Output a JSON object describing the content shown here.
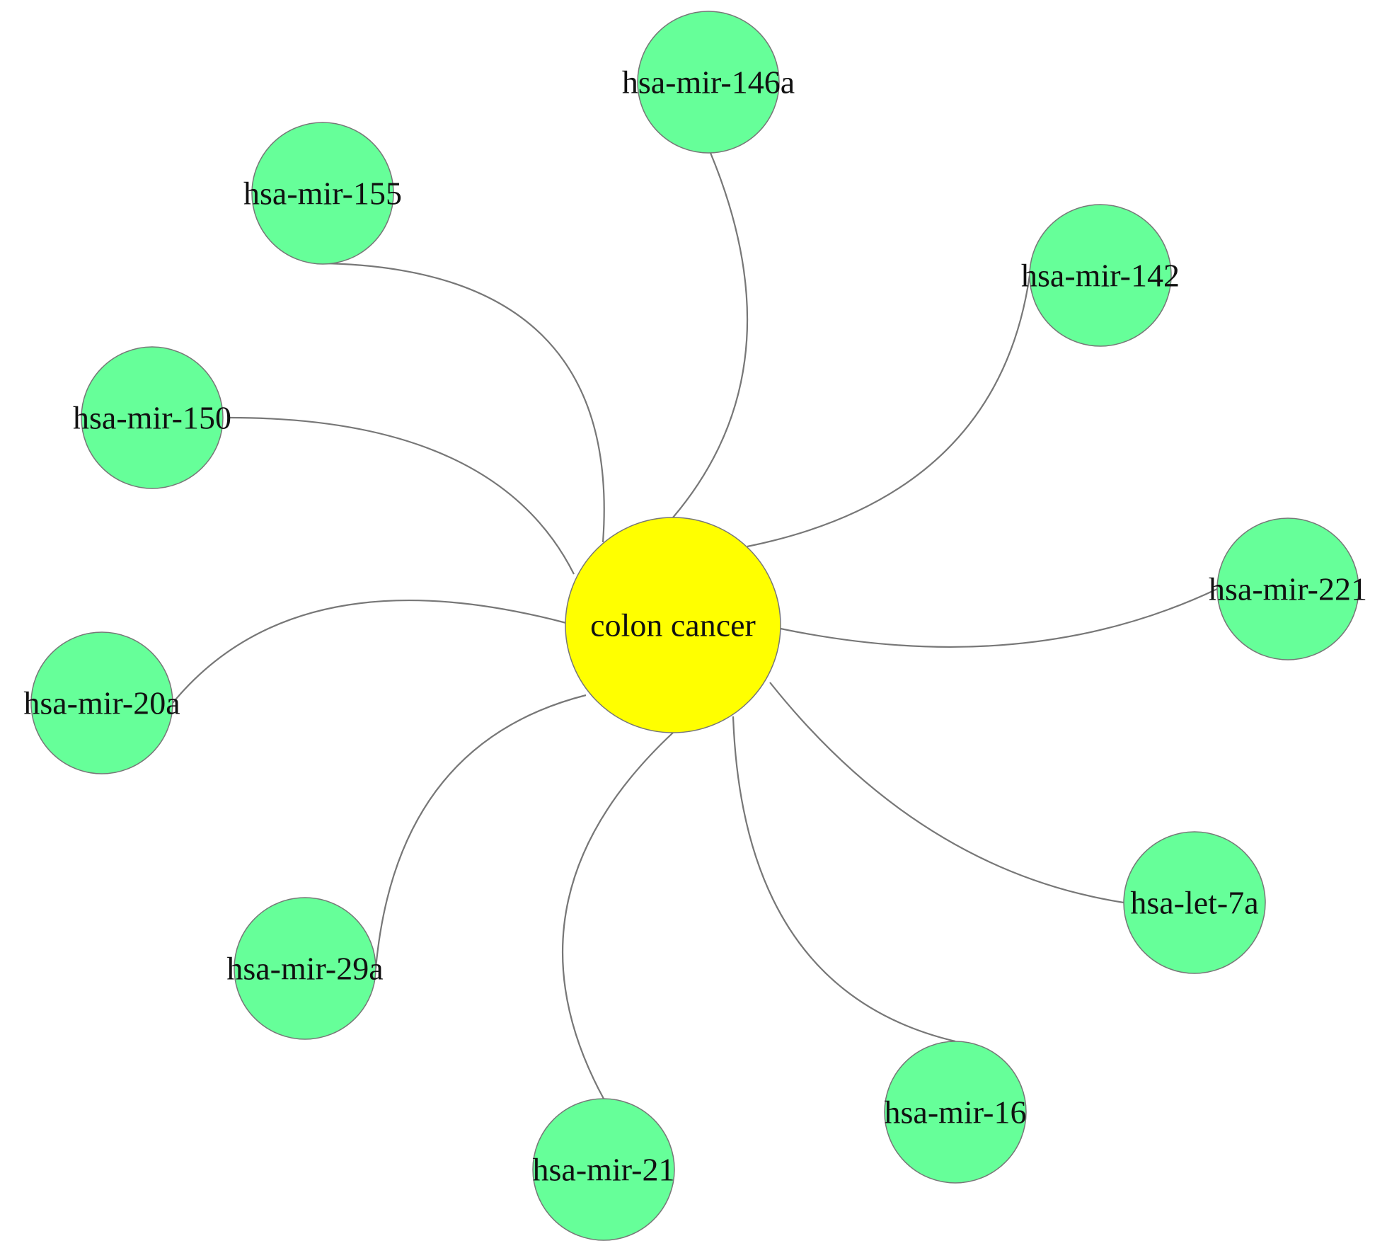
{
  "diagram": {
    "type": "star-network",
    "center": {
      "id": "colon-cancer",
      "label": "colon cancer",
      "color": "#ffff00"
    },
    "leaves": [
      {
        "id": "hsa-mir-146a",
        "label": "hsa-mir-146a"
      },
      {
        "id": "hsa-mir-155",
        "label": "hsa-mir-155"
      },
      {
        "id": "hsa-mir-142",
        "label": "hsa-mir-142"
      },
      {
        "id": "hsa-mir-150",
        "label": "hsa-mir-150"
      },
      {
        "id": "hsa-mir-221",
        "label": "hsa-mir-221"
      },
      {
        "id": "hsa-mir-20a",
        "label": "hsa-mir-20a"
      },
      {
        "id": "hsa-let-7a",
        "label": "hsa-let-7a"
      },
      {
        "id": "hsa-mir-29a",
        "label": "hsa-mir-29a"
      },
      {
        "id": "hsa-mir-16",
        "label": "hsa-mir-16"
      },
      {
        "id": "hsa-mir-21",
        "label": "hsa-mir-21"
      }
    ],
    "edges": [
      {
        "from": "colon-cancer",
        "to": "hsa-mir-146a"
      },
      {
        "from": "colon-cancer",
        "to": "hsa-mir-155"
      },
      {
        "from": "colon-cancer",
        "to": "hsa-mir-142"
      },
      {
        "from": "colon-cancer",
        "to": "hsa-mir-150"
      },
      {
        "from": "colon-cancer",
        "to": "hsa-mir-221"
      },
      {
        "from": "colon-cancer",
        "to": "hsa-mir-20a"
      },
      {
        "from": "colon-cancer",
        "to": "hsa-let-7a"
      },
      {
        "from": "colon-cancer",
        "to": "hsa-mir-29a"
      },
      {
        "from": "colon-cancer",
        "to": "hsa-mir-16"
      },
      {
        "from": "colon-cancer",
        "to": "hsa-mir-21"
      }
    ],
    "colors": {
      "leaf_fill": "#66ff99",
      "node_stroke": "#777777",
      "edge": "#777777",
      "label_text": "#111111"
    }
  }
}
